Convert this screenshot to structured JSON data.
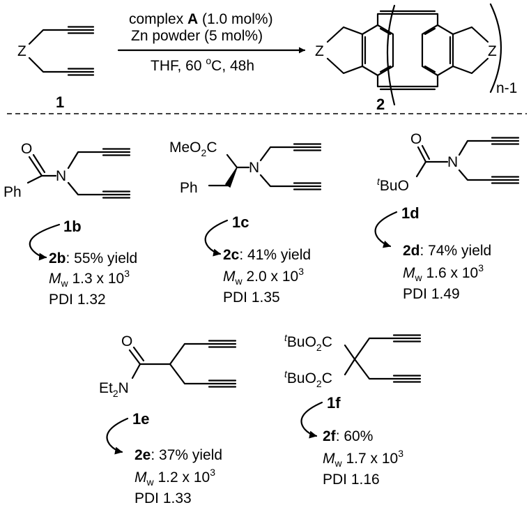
{
  "colors": {
    "ink": "#000000",
    "background": "#ffffff"
  },
  "reaction": {
    "conditions": {
      "line1_prefix": "complex ",
      "line1_bold": "A",
      "line1_suffix": " (1.0 mol%)",
      "line2": "Zn powder (5 mol%)",
      "line3_prefix": "THF, 60 ",
      "line3_sup": "o",
      "line3_suffix": "C, 48h"
    },
    "monomer_id": "1",
    "product_id": "2",
    "z_label": "Z",
    "repeat_label": "n-1"
  },
  "compounds": [
    {
      "id": "1b",
      "product_id": "2b",
      "yield_text": ": 55% yield",
      "mw_label": "M",
      "mw_sub": "w",
      "mw_value": " 1.3 x 10",
      "mw_exp": "3",
      "pdi": "PDI 1.32",
      "atoms": {
        "o": "O",
        "n": "N",
        "ph": "Ph"
      }
    },
    {
      "id": "1c",
      "product_id": "2c",
      "yield_text": ": 41% yield",
      "mw_label": "M",
      "mw_sub": "w",
      "mw_value": " 2.0 x 10",
      "mw_exp": "3",
      "pdi": "PDI 1.35",
      "atoms": {
        "ester_a": "MeO",
        "ester_sub": "2",
        "ester_b": "C",
        "n": "N",
        "ph": "Ph"
      }
    },
    {
      "id": "1d",
      "product_id": "2d",
      "yield_text": ": 74% yield",
      "mw_label": "M",
      "mw_sub": "w",
      "mw_value": " 1.6 x 10",
      "mw_exp": "3",
      "pdi": "PDI 1.49",
      "atoms": {
        "o": "O",
        "n": "N",
        "t": "t",
        "bu_o": "BuO"
      }
    },
    {
      "id": "1e",
      "product_id": "2e",
      "yield_text": ": 37% yield",
      "mw_label": "M",
      "mw_sub": "w",
      "mw_value": " 1.2 x 10",
      "mw_exp": "3",
      "pdi": "PDI 1.33",
      "atoms": {
        "o": "O",
        "et": "Et",
        "et_sub": "2",
        "n": "N"
      }
    },
    {
      "id": "1f",
      "product_id": "2f",
      "yield_text": ": 60%",
      "mw_label": "M",
      "mw_sub": "w",
      "mw_value": " 1.7 x 10",
      "mw_exp": "3",
      "pdi": "PDI 1.16",
      "atoms": {
        "t": "t",
        "bu_o": "BuO",
        "ester_sub": "2",
        "ester_c": "C"
      }
    }
  ]
}
